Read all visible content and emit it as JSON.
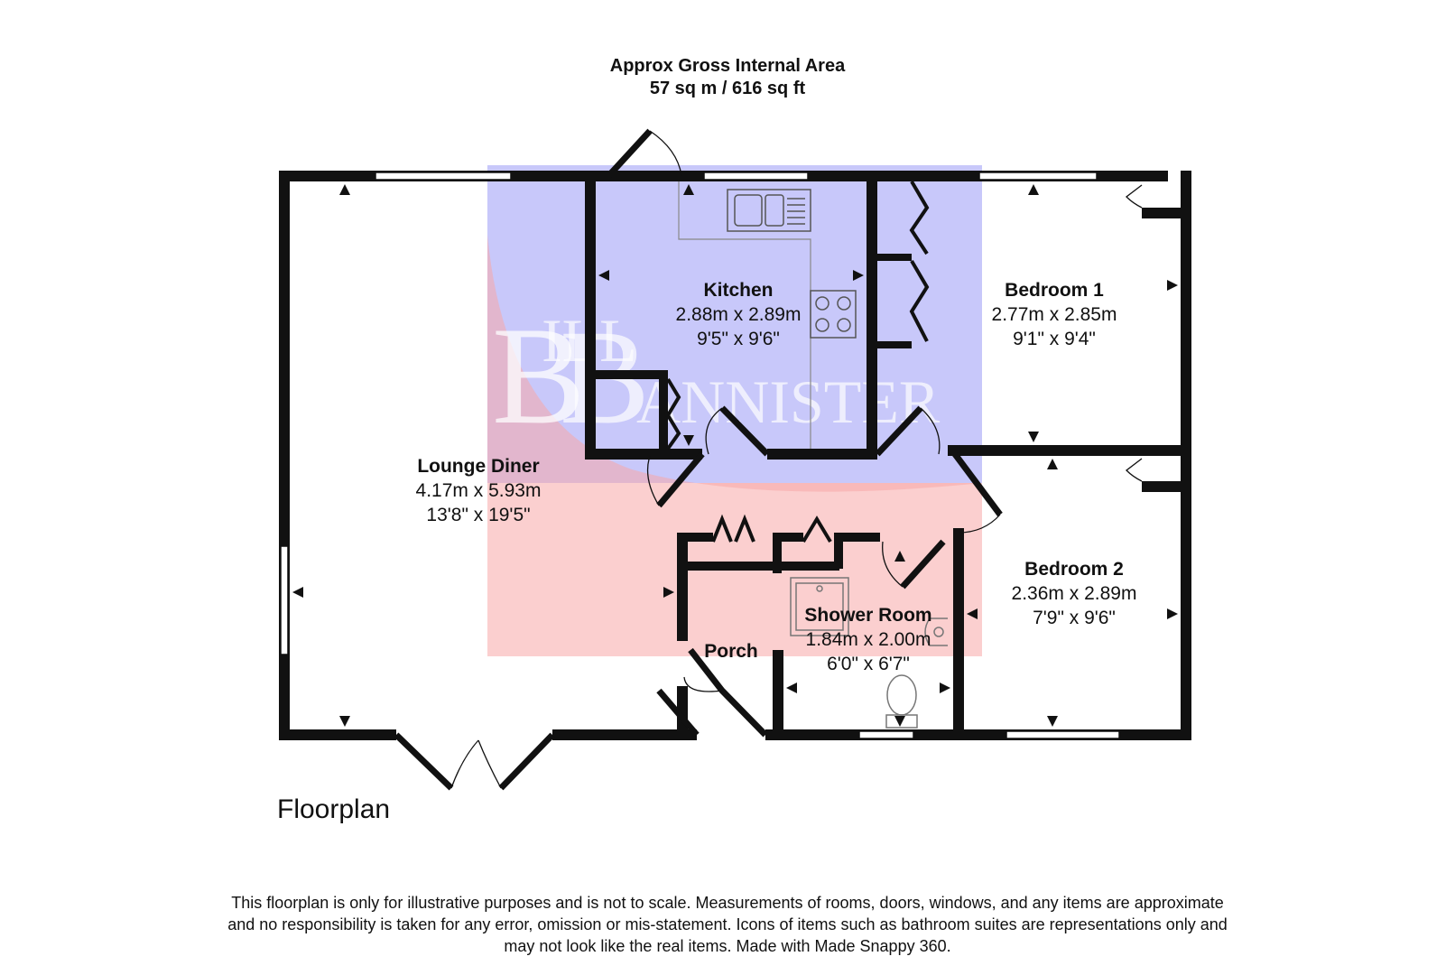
{
  "header": {
    "area_title": "Approx Gross Internal Area",
    "area_value": "57 sq m / 616 sq ft"
  },
  "watermark": {
    "text": "BILL BANNISTER",
    "colors": {
      "blue": "#8c8cf5",
      "red": "#f5a0a0"
    }
  },
  "colors": {
    "wall": "#111111",
    "window": "#ffffff"
  },
  "rooms": {
    "kitchen": {
      "name": "Kitchen",
      "metric": "2.88m x 2.89m",
      "imperial": "9'5\" x 9'6\""
    },
    "bedroom1": {
      "name": "Bedroom 1",
      "metric": "2.77m x 2.85m",
      "imperial": "9'1\" x 9'4\""
    },
    "lounge": {
      "name": "Lounge Diner",
      "metric": "4.17m x 5.93m",
      "imperial": "13'8\" x 19'5\""
    },
    "bedroom2": {
      "name": "Bedroom 2",
      "metric": "2.36m x 2.89m",
      "imperial": "7'9\" x 9'6\""
    },
    "shower": {
      "name": "Shower Room",
      "metric": "1.84m x 2.00m",
      "imperial": "6'0\" x 6'7\""
    },
    "porch": {
      "name": "Porch"
    }
  },
  "fixtures": [
    "sink-icon",
    "hob-icon",
    "shower-tray-icon",
    "basin-icon",
    "toilet-icon"
  ],
  "floorplan_title": "Floorplan",
  "disclaimer": {
    "line1": "This floorplan is only for illustrative purposes and is not to scale. Measurements of rooms, doors, windows, and any items are approximate",
    "line2": "and no responsibility is taken for any error, omission or mis-statement. Icons of items such as bathroom suites are representations only and",
    "line3": "may not look like the real items. Made with Made Snappy 360."
  }
}
